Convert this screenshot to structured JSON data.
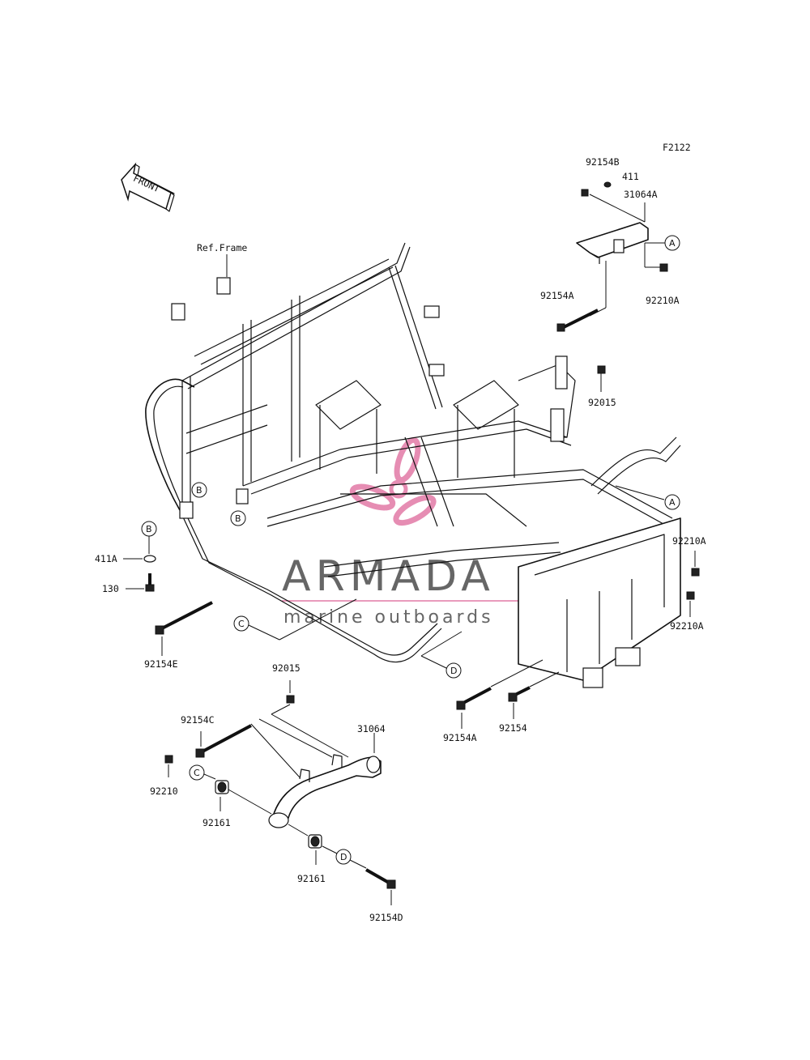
{
  "diagram_id": "F2122",
  "front_label": "FRONT",
  "ref_frame_label": "Ref.Frame",
  "watermark": {
    "brand": "ARMADA",
    "tagline": "marine outboards"
  },
  "colors": {
    "line": "#111111",
    "watermark_text": "#666666",
    "watermark_logo": "#e27aa6"
  },
  "callouts": {
    "a_top": "A",
    "a_right": "A",
    "b_frame_left": "B",
    "b_frame_right": "B",
    "b_detail": "B",
    "c_frame": "C",
    "c_detail": "C",
    "d_frame": "D",
    "d_detail": "D"
  },
  "parts": {
    "p92154B": "92154B",
    "p411": "411",
    "p31064A": "31064A",
    "p92154A_top": "92154A",
    "p92210A_top": "92210A",
    "p92015_right": "92015",
    "p92210A_mid1": "92210A",
    "p92210A_mid2": "92210A",
    "p411A": "411A",
    "p130": "130",
    "p92154E": "92154E",
    "p92015_left": "92015",
    "p92154A_bottom": "92154A",
    "p92154": "92154",
    "p92154C": "92154C",
    "p31064": "31064",
    "p92210": "92210",
    "p92161_left": "92161",
    "p92161_bottom": "92161",
    "p92154D": "92154D"
  }
}
